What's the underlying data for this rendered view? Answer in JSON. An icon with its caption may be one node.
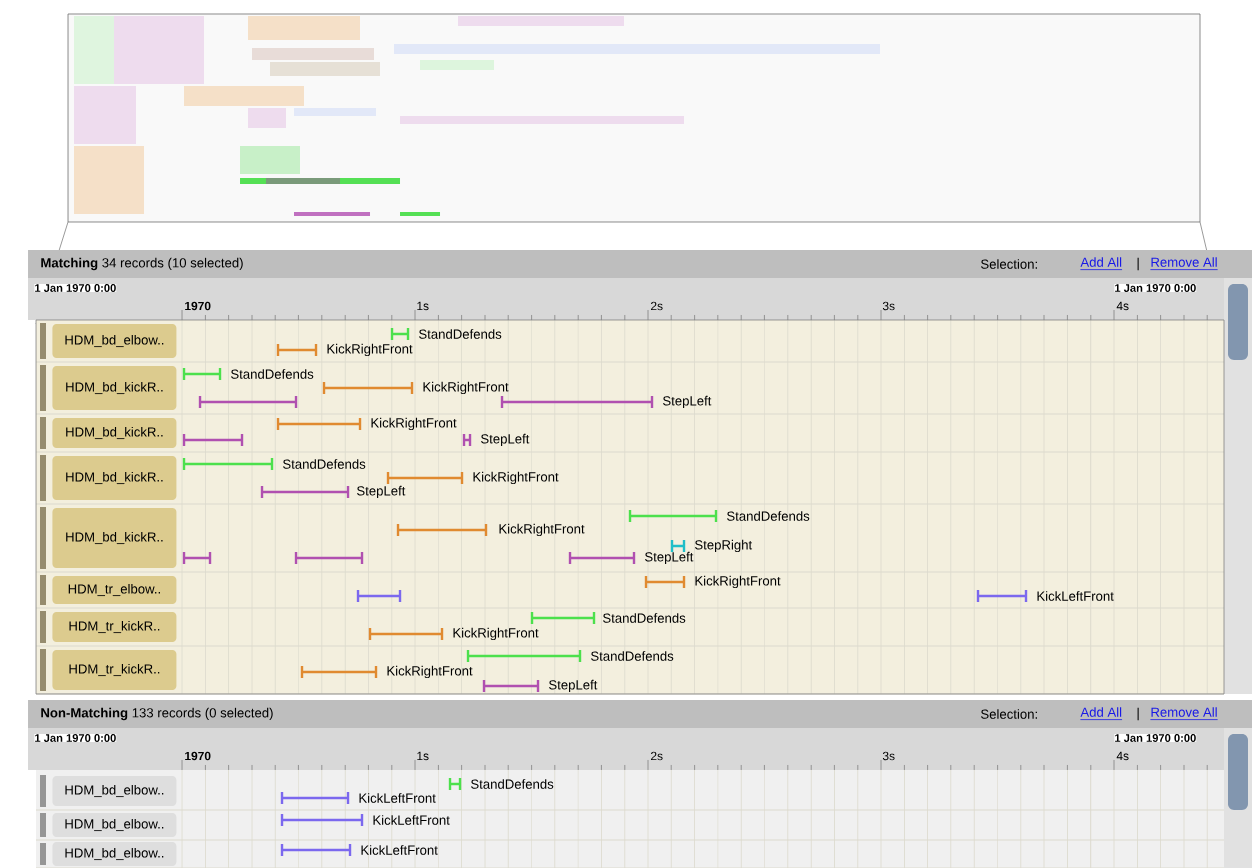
{
  "diagram": {
    "nodes": [
      {
        "text": [
          "HDM_bd_elbow.."
        ]
      },
      {
        "text": [
          "HDM_bd_kickR.."
        ]
      },
      {
        "text": [
          "HDM_bd_kickR.."
        ]
      },
      {
        "text": [
          "HDM_bd_kickR.."
        ]
      },
      {
        "text": [
          "HDM_bd_kickR.."
        ]
      },
      {
        "text": [
          "HDM_tr_elbow.."
        ]
      },
      {
        "text": [
          "HDM_tr_kickR.."
        ]
      },
      {
        "text": [
          "HDM_tr_kickR.."
        ]
      },
      {
        "text": [
          "HDM_bd_elbow.."
        ]
      },
      {
        "text": [
          "HDM_bd_elbow.."
        ]
      },
      {
        "text": [
          "HDM_bd_elbow.."
        ]
      }
    ],
    "labels": [
      "**Matching** 34 records (10 selected)",
      "Selection:",
      "Add All",
      "|",
      "Remove All",
      "1 Jan 1970 0:00",
      "1 Jan 1970 0:00",
      "1970",
      "1s",
      "2s",
      "3s",
      "4s",
      "StandDefends",
      "KickRightFront",
      "StandDefends",
      "KickRightFront",
      "StepLeft",
      "KickRightFront",
      "StepLeft",
      "StandDefends",
      "KickRightFront",
      "StepLeft",
      "StandDefends",
      "KickRightFront",
      "StepRight",
      "StepLeft",
      "KickRightFront",
      "KickLeftFront",
      "StandDefends",
      "KickRightFront",
      "StandDefends",
      "KickRightFront",
      "StepLeft",
      "**Non-Matching** 133 records (0 selected)",
      "Selection:",
      "Add All",
      "|",
      "Remove All",
      "1 Jan 1970 0:00",
      "1 Jan 1970 0:00",
      "1970",
      "1s",
      "2s",
      "3s",
      "4s",
      "StandDefends",
      "KickLeftFront",
      "KickLeftFront",
      "KickLeftFront"
    ]
  }
}
